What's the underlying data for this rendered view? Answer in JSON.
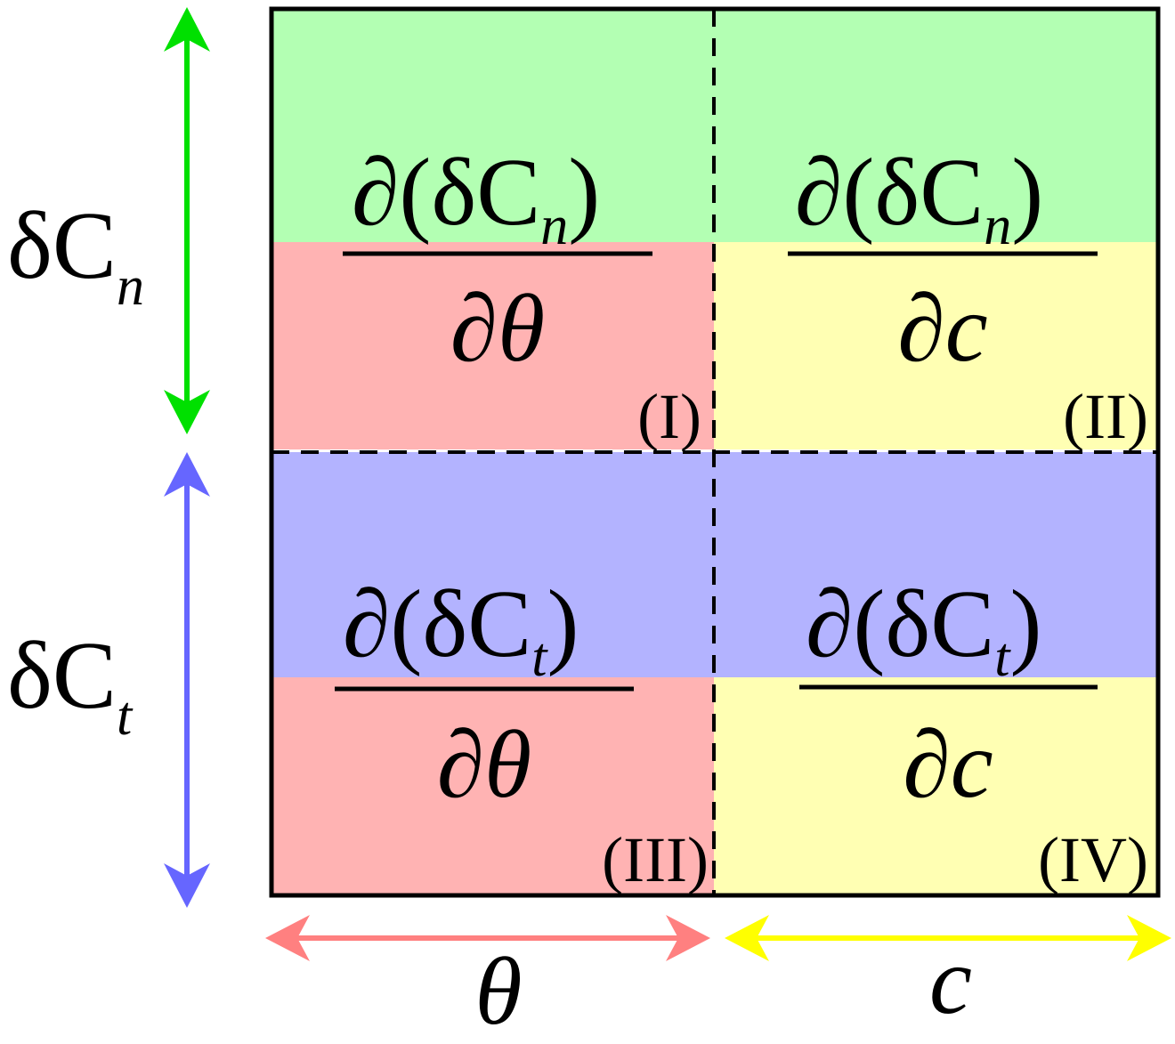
{
  "colors": {
    "green": "#b3ffb3",
    "red": "#ffb3b3",
    "yellow": "#ffffb3",
    "blue": "#b3b3ff",
    "arrow_green": "#00e000",
    "arrow_blue": "#6666ff",
    "arrow_red": "#ff8080",
    "arrow_yellow": "#ffff00"
  },
  "axes": {
    "left_top": {
      "base": "δC",
      "sub": "n"
    },
    "left_bottom": {
      "base": "δC",
      "sub": "t"
    },
    "bottom_left": "θ",
    "bottom_right": "c"
  },
  "quadrants": [
    {
      "num_open": "∂(δC",
      "num_sub": "n",
      "num_close": ")",
      "den": "∂θ",
      "label": "(I)"
    },
    {
      "num_open": "∂(δC",
      "num_sub": "n",
      "num_close": ")",
      "den": "∂c",
      "label": "(II)"
    },
    {
      "num_open": "∂(δC",
      "num_sub": "t",
      "num_close": ")",
      "den": "∂θ",
      "label": "(III)"
    },
    {
      "num_open": "∂(δC",
      "num_sub": "t",
      "num_close": ")",
      "den": "∂c",
      "label": "(IV)"
    }
  ]
}
